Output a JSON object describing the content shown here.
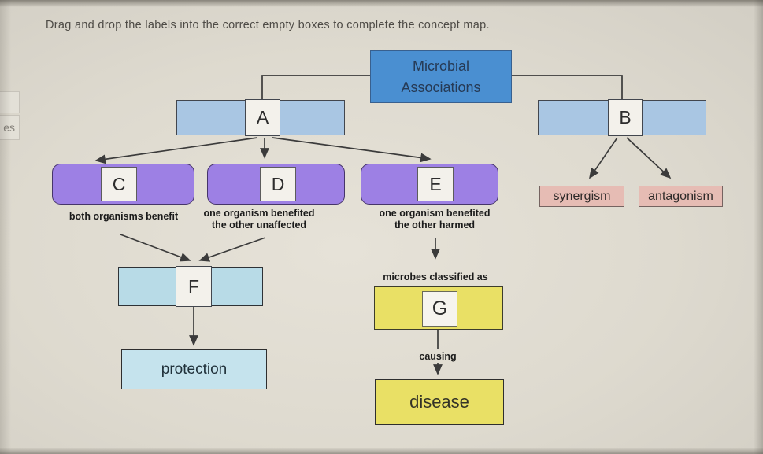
{
  "instruction": "Drag and drop the labels into the correct empty boxes to complete the concept map.",
  "clipped": {
    "label": "es"
  },
  "map": {
    "root": {
      "line1": "Microbial",
      "line2": "Associations"
    },
    "slots": {
      "a": "A",
      "b": "B",
      "c": "C",
      "d": "D",
      "e": "E",
      "f": "F",
      "g": "G"
    },
    "desc": {
      "c": "both organisms benefit",
      "d1": "one organism benefited",
      "d2": "the other unaffected",
      "e1": "one organism benefited",
      "e2": "the other harmed"
    },
    "chips": {
      "synergism": "synergism",
      "antagonism": "antagonism"
    },
    "labels": {
      "classified": "microbes classified as",
      "causing": "causing"
    },
    "nodes": {
      "protection": "protection",
      "disease": "disease"
    }
  },
  "colors": {
    "background": "#dedacf",
    "root_fill": "#4a8fd1",
    "slot_blue": "#a9c6e3",
    "purple": "#9d80e4",
    "chip_pink": "#e6bcb4",
    "cyan": "#b8dbe7",
    "cyan_light": "#c5e3ed",
    "yellow": "#e9e065",
    "square_fill": "#f3f1eb",
    "line": "#3b3b3b"
  }
}
